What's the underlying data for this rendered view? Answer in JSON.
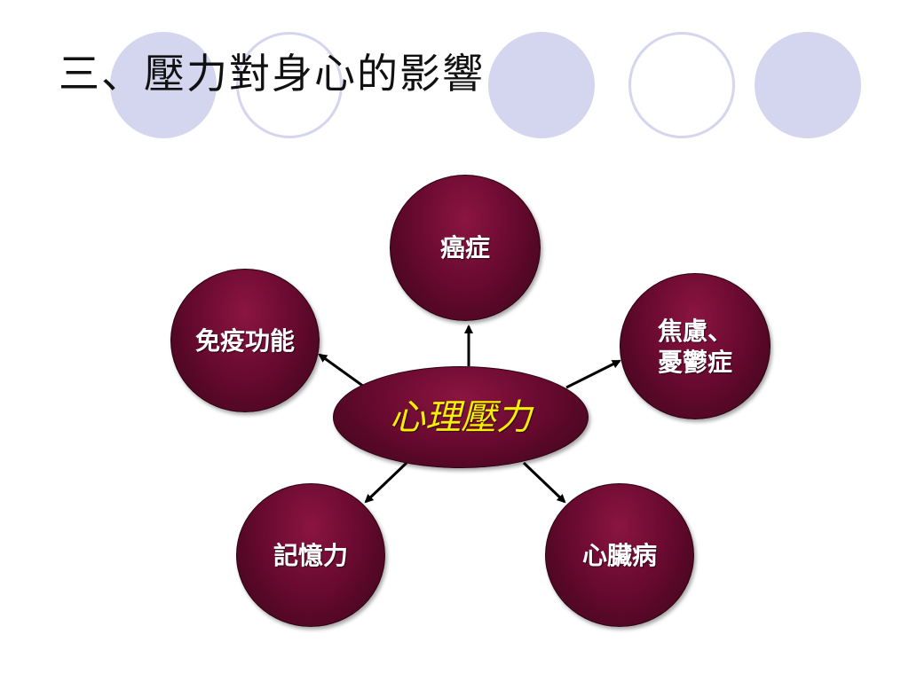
{
  "slide": {
    "title": "三、壓力對身心的影響"
  },
  "diagram": {
    "center": "心理壓力",
    "effects": {
      "cancer": "癌症",
      "immune": "免疫功能",
      "anxiety_line1": "焦慮、",
      "anxiety_line2": "憂鬱症",
      "memory": "記憶力",
      "heart": "心臟病"
    }
  },
  "colors": {
    "node_fill": "#6a0a30",
    "center_text": "#f4f000",
    "node_text": "#ffffff",
    "decoration": "#d4d5ee"
  }
}
